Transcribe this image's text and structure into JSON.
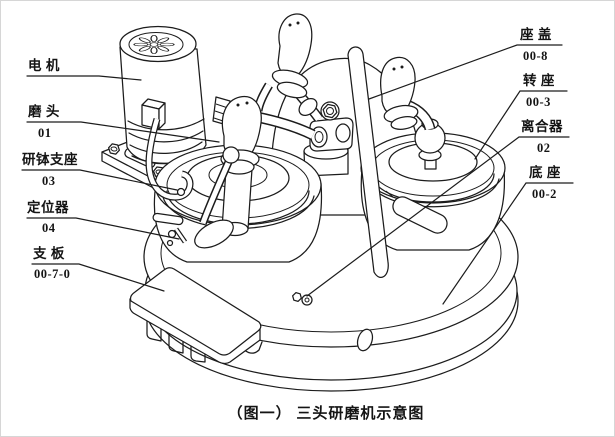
{
  "figure": {
    "caption": "（图一） 三头研磨机示意图"
  },
  "parts": {
    "motor": {
      "label": "电 机"
    },
    "grinding_head": {
      "label": "磨 头",
      "code": "01"
    },
    "mortar_support": {
      "label": "研钵支座",
      "code": "03"
    },
    "positioner": {
      "label": "定位器",
      "code": "04"
    },
    "support_plate": {
      "label": "支 板",
      "code": "00-7-0"
    },
    "seat_cover": {
      "label": "座 盖",
      "code": "00-8"
    },
    "rotary_seat": {
      "label": "转 座",
      "code": "00-3"
    },
    "clutch": {
      "label": "离合器",
      "code": "02"
    },
    "base": {
      "label": "底 座",
      "code": "00-2"
    }
  },
  "colors": {
    "ink": "#1c1c1c",
    "paper": "#ffffff"
  }
}
